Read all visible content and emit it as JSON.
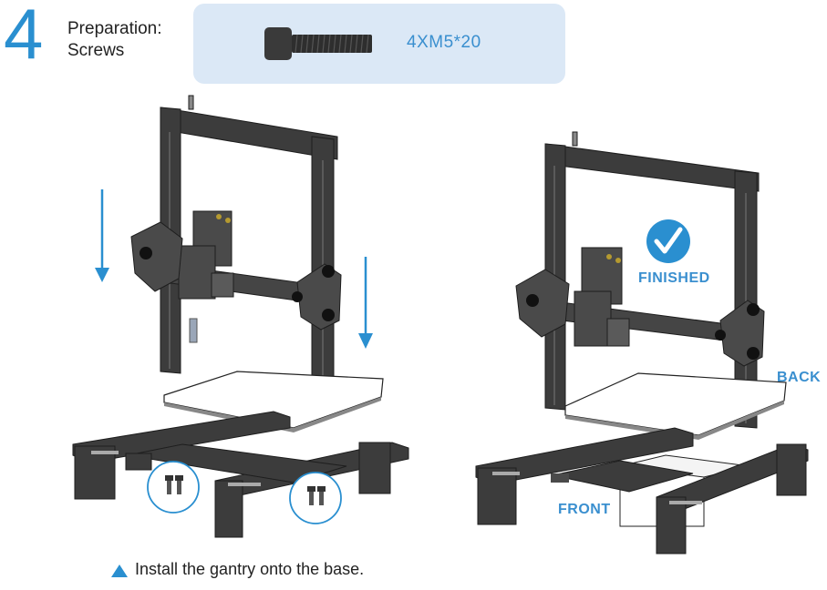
{
  "step": {
    "number": "4",
    "title_line1": "Preparation:",
    "title_line2": "Screws"
  },
  "screw": {
    "spec": "4XM5*20"
  },
  "labels": {
    "finished": "FINISHED",
    "back": "BACK",
    "front": "FRONT"
  },
  "caption": {
    "text": "Install the gantry onto the base."
  },
  "colors": {
    "accent": "#2a8fd0",
    "box": "#dbe8f6",
    "frame": "#3c3c3c"
  },
  "icons": [
    "screw-icon",
    "down-arrow-icon",
    "check-badge-icon",
    "triangle-up-icon"
  ]
}
